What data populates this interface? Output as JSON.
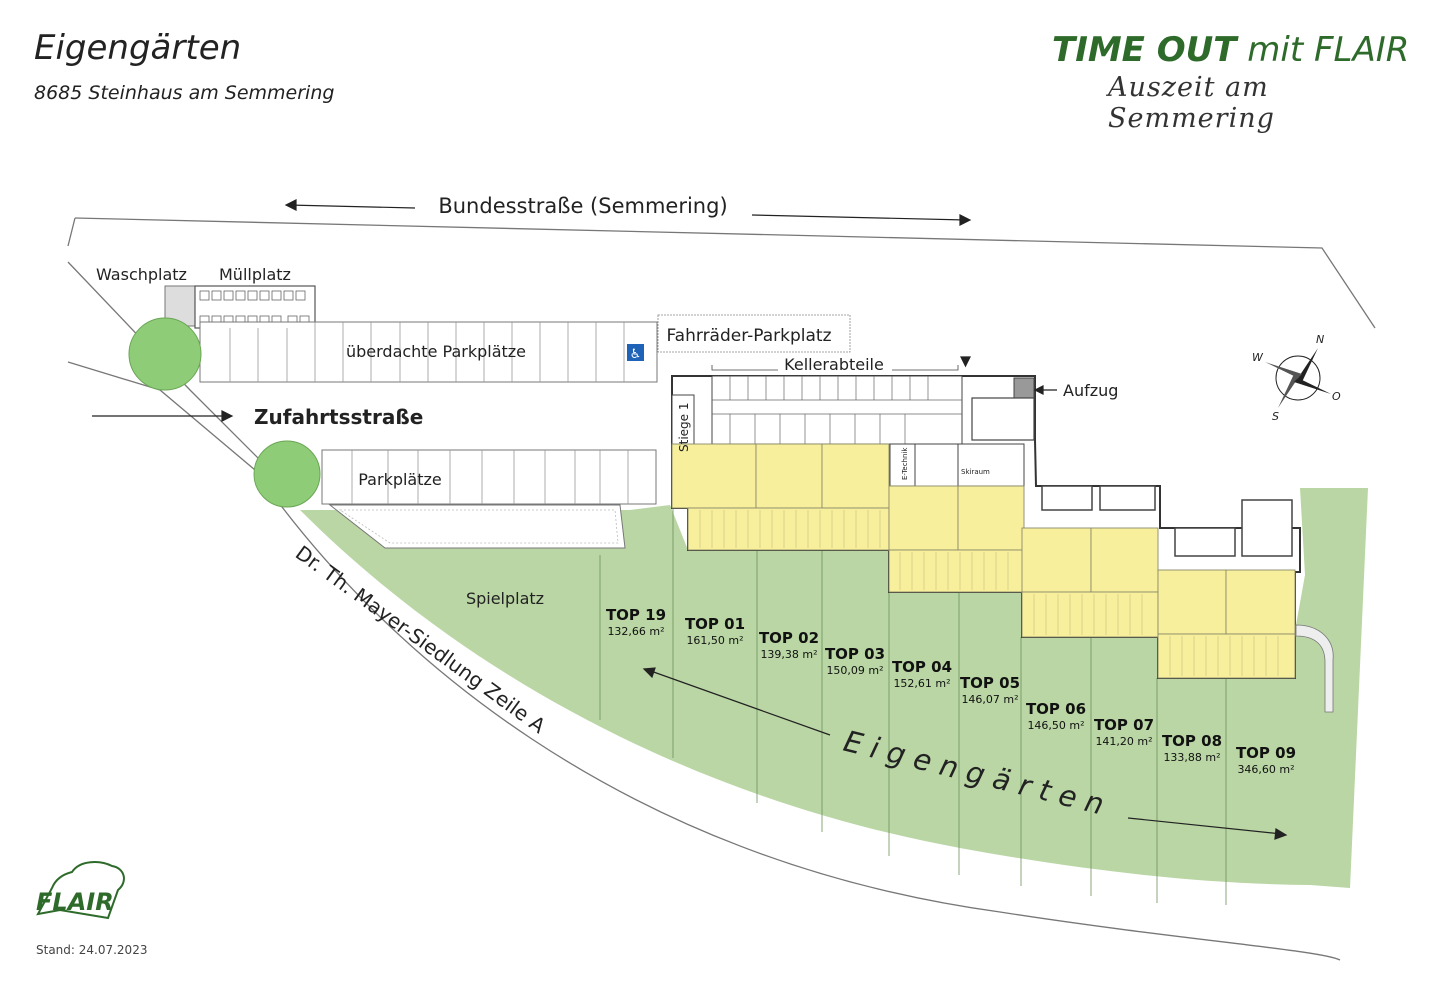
{
  "header": {
    "title": "Eigengärten",
    "address": "8685 Steinhaus am Semmering",
    "brand_bold": "TIME OUT",
    "brand_rest": "mit FLAIR",
    "tagline": "Auszeit am Semmering"
  },
  "footer": {
    "stand": "Stand: 24.07.2023",
    "logo_text": "FLAIR"
  },
  "labels": {
    "bundesstrasse": "Bundesstraße (Semmering)",
    "waschplatz": "Waschplatz",
    "muellplatz": "Müllplatz",
    "ueberdacht": "überdachte Parkplätze",
    "fahrraeder": "Fahrräder-Parkplatz",
    "kellerabteile": "Kellerabteile",
    "aufzug": "Aufzug",
    "zufahrt": "Zufahrtsstraße",
    "parkplaetze": "Parkplätze",
    "stiege": "Stiege 1",
    "etechnik": "E-Technik",
    "skiraum": "Skiraum",
    "spielplatz": "Spielplatz",
    "siedlung": "Dr. Th. Mayer-Siedlung Zeile A",
    "eigengaerten": "Eigengärten"
  },
  "compass": {
    "n": "N",
    "o": "O",
    "s": "S",
    "w": "W"
  },
  "units": [
    {
      "name": "TOP 19",
      "area": "132,66 m²"
    },
    {
      "name": "TOP 01",
      "area": "161,50 m²"
    },
    {
      "name": "TOP 02",
      "area": "139,38 m²"
    },
    {
      "name": "TOP 03",
      "area": "150,09 m²"
    },
    {
      "name": "TOP 04",
      "area": "152,61 m²"
    },
    {
      "name": "TOP 05",
      "area": "146,07 m²"
    },
    {
      "name": "TOP 06",
      "area": "146,50 m²"
    },
    {
      "name": "TOP 07",
      "area": "141,20 m²"
    },
    {
      "name": "TOP 08",
      "area": "133,88 m²"
    },
    {
      "name": "TOP 09",
      "area": "346,60 m²"
    }
  ],
  "colors": {
    "garden": "#b9d6a4",
    "unit": "#f7ef9c",
    "tree": "#8fcc77",
    "brand": "#2e6b2a",
    "wheelchair": "#1f63b8"
  }
}
